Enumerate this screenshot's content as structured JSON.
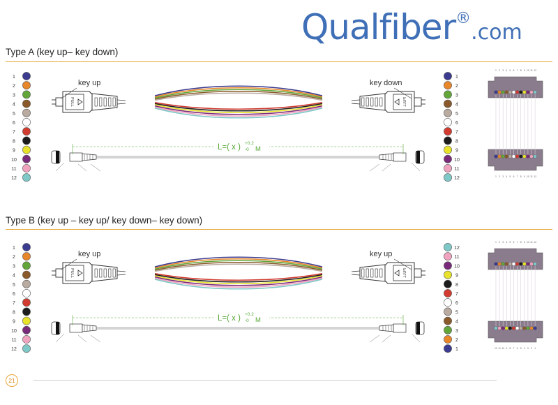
{
  "brand": {
    "name": "Qualfiber",
    "registered": "®",
    "suffix": "com"
  },
  "page_number": "21",
  "fiber_colors": [
    "#3b3b8f",
    "#e8862a",
    "#62a63a",
    "#8a5a2a",
    "#b9aba0",
    "#ffffff",
    "#d23b2f",
    "#1c1c1c",
    "#e8e32a",
    "#7a2a7a",
    "#f0a3bf",
    "#7ec9c8"
  ],
  "type_a": {
    "title": "Type A (key up– key down)",
    "left_key": "key up",
    "right_key": "key down",
    "left_numbers": [
      "1",
      "2",
      "3",
      "4",
      "5",
      "6",
      "7",
      "8",
      "9",
      "10",
      "11",
      "12"
    ],
    "right_numbers": [
      "1",
      "2",
      "3",
      "4",
      "5",
      "6",
      "7",
      "8",
      "9",
      "10",
      "11",
      "12"
    ],
    "length": {
      "prefix": "L=( x )",
      "sup": "+0.2",
      "sub": "-0",
      "unit": "M"
    }
  },
  "type_b": {
    "title": "Type B (key up – key up/ key down– key down)",
    "left_key": "key up",
    "right_key": "key up",
    "left_numbers": [
      "1",
      "2",
      "3",
      "4",
      "5",
      "6",
      "7",
      "8",
      "9",
      "10",
      "11",
      "12"
    ],
    "right_numbers": [
      "12",
      "11",
      "10",
      "9",
      "8",
      "7",
      "6",
      "5",
      "4",
      "3",
      "2",
      "1"
    ],
    "length": {
      "prefix": "L=( x )",
      "sup": "+0.2",
      "sub": "-0",
      "unit": "M"
    }
  },
  "connector_label": "PULL"
}
